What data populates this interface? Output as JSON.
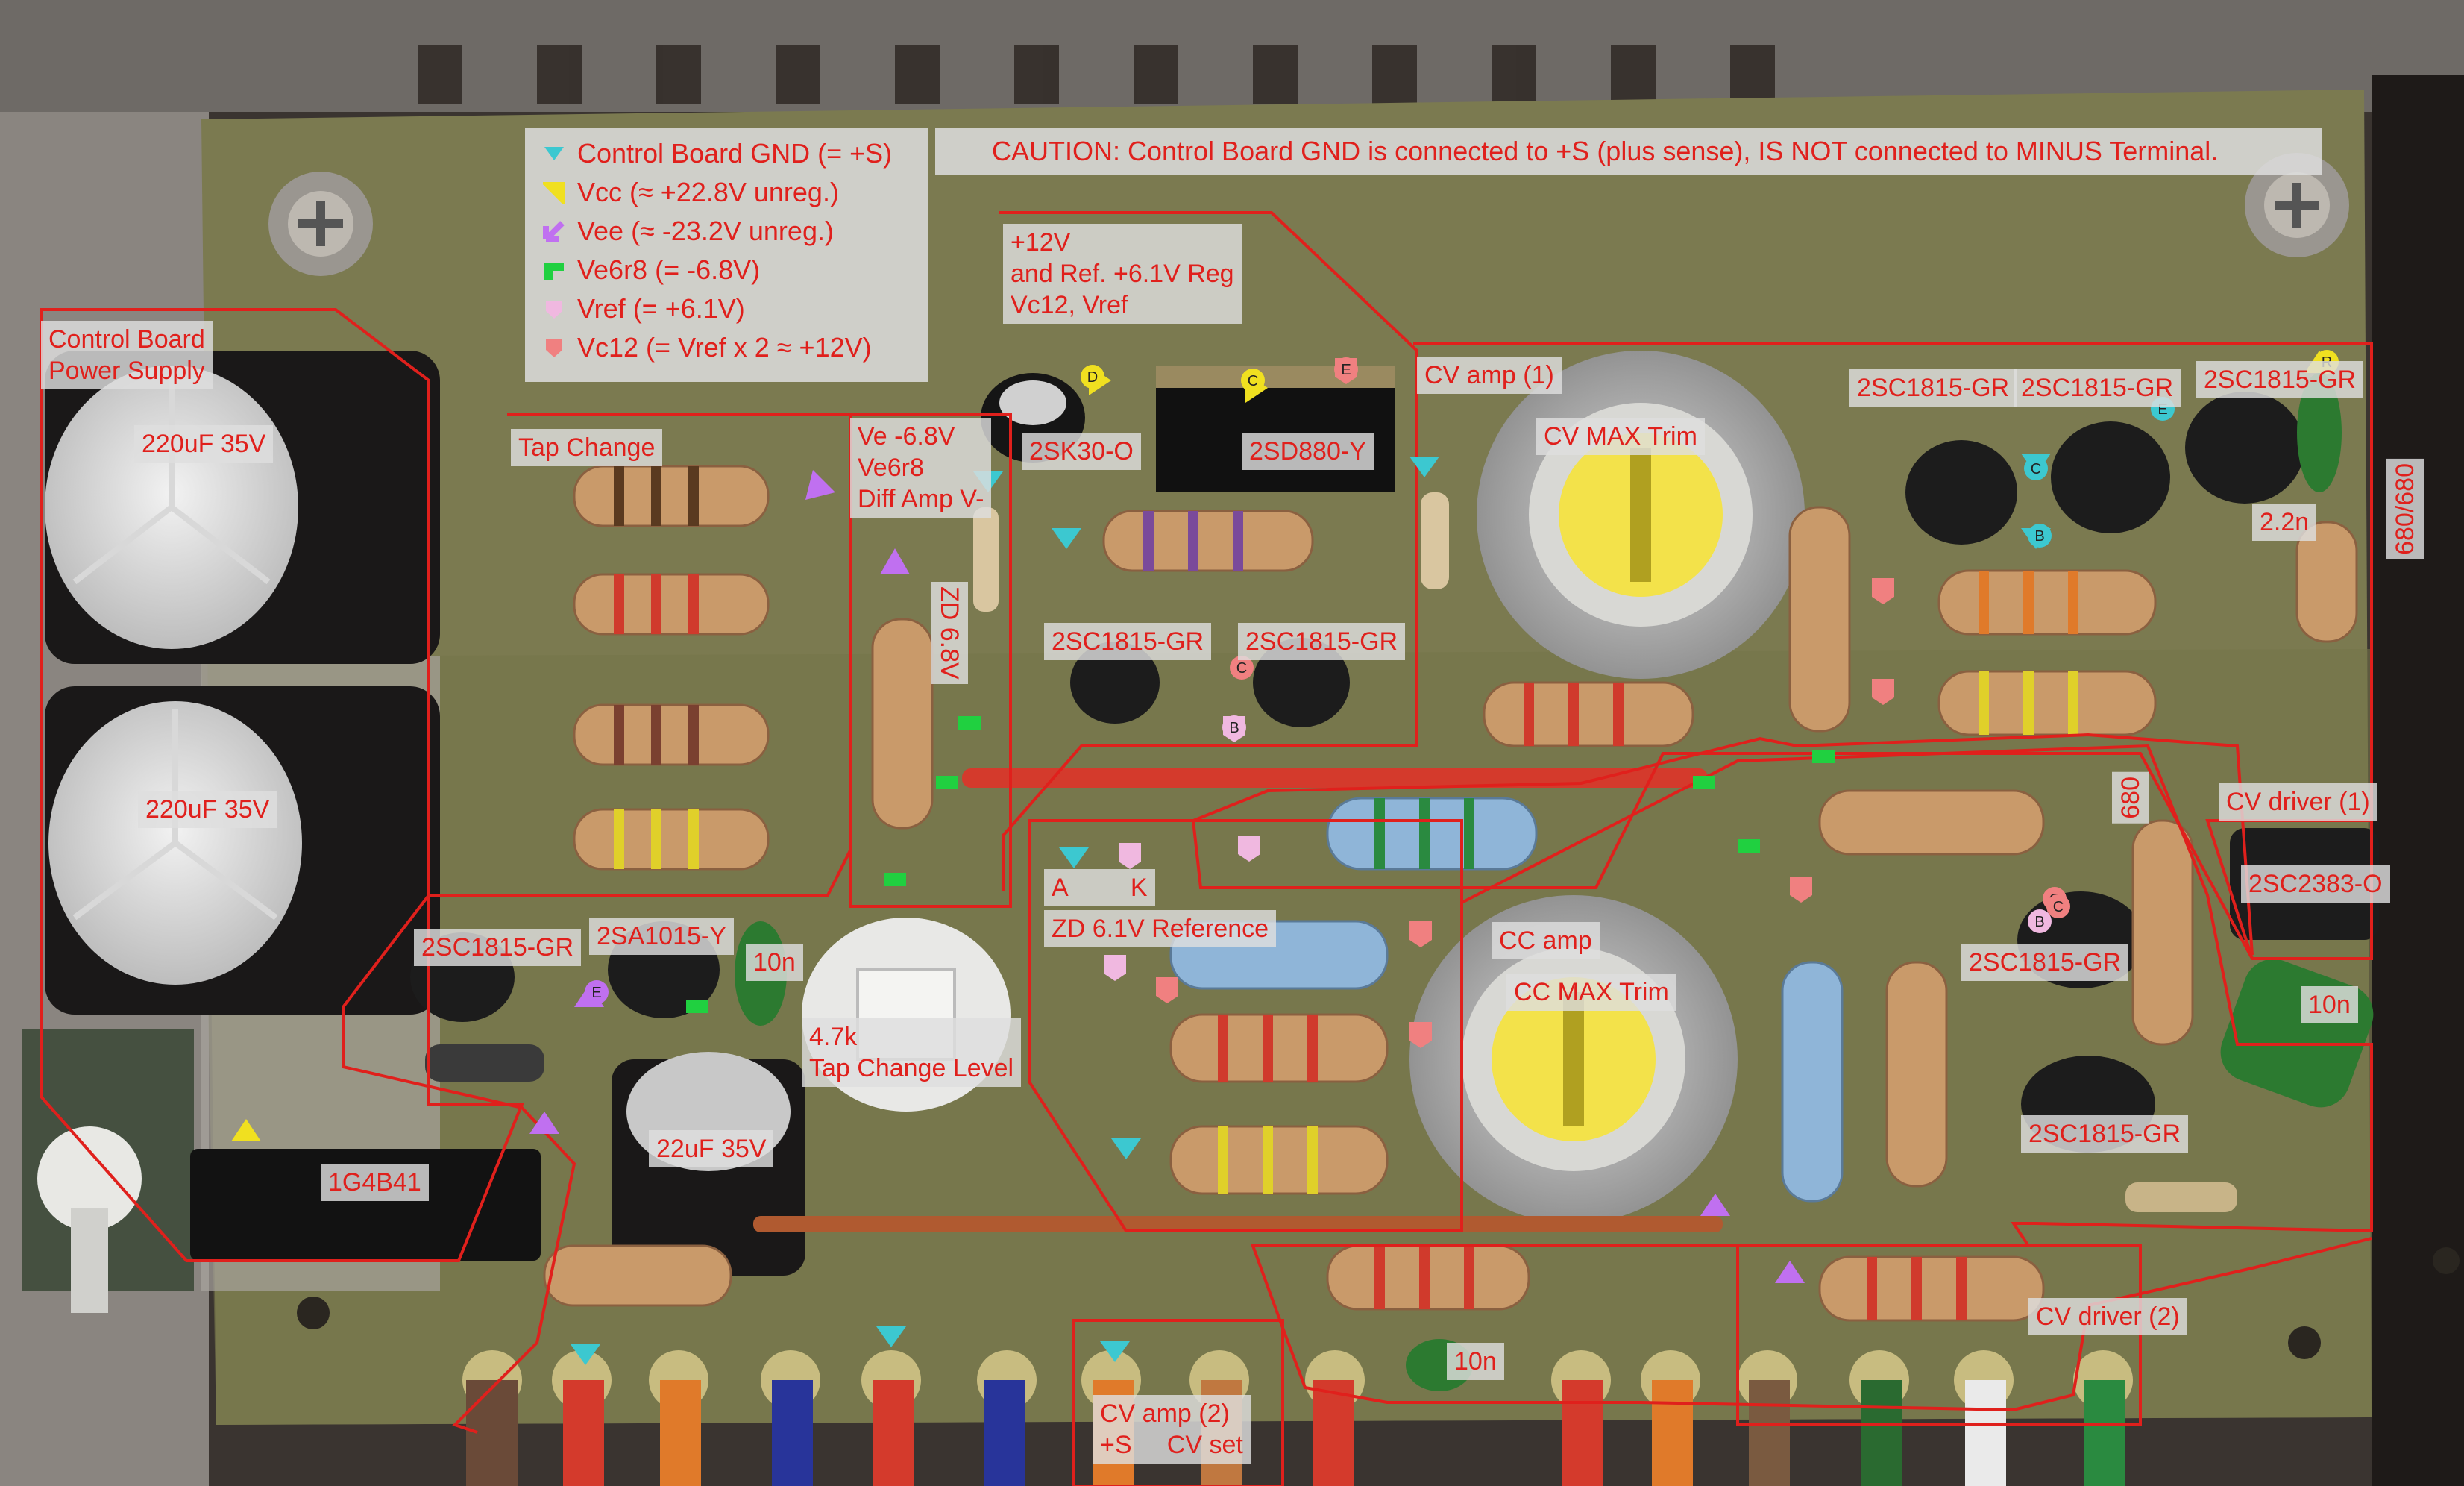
{
  "caution": "CAUTION: Control Board GND is connected to +S (plus sense), IS NOT connected to MINUS Terminal.",
  "legend": [
    {
      "label": "Control Board GND (= +S)",
      "color": "#3cc8d0",
      "icon": "triangle-down-icon"
    },
    {
      "label": "Vcc (≈ +22.8V unreg.)",
      "color": "#f0e020",
      "icon": "arrow-icon"
    },
    {
      "label": "Vee (≈ -23.2V unreg.)",
      "color": "#c070f0",
      "icon": "arrow-icon"
    },
    {
      "label": "Ve6r8 (= -6.8V)",
      "color": "#20d040",
      "icon": "corner-icon"
    },
    {
      "label": "Vref (= +6.1V)",
      "color": "#f0b8e0",
      "icon": "pentagon-icon"
    },
    {
      "label": "Vc12 (= Vref x 2 ≈ +12V)",
      "color": "#f08080",
      "icon": "pentagon-icon"
    }
  ],
  "labels": {
    "control_board_power_supply": "Control Board\nPower Supply",
    "cap_220uf_top": "220uF 35V",
    "cap_220uf_bottom": "220uF 35V",
    "tap_change": "Tap Change",
    "ve_block": "Ve -6.8V\nVe6r8\nDiff Amp V-",
    "zd68": "ZD 6.8V",
    "plus12_block": "+12V\nand Ref. +6.1V Reg\nVc12, Vref",
    "q_2sk30": "2SK30-O",
    "q_2sd880": "2SD880-Y",
    "q_2sc1815_a": "2SC1815-GR",
    "q_2sc1815_b": "2SC1815-GR",
    "cv_amp1": "CV amp (1)",
    "cv_max_trim": "CV MAX Trim",
    "q_2sc1815_c": "2SC1815-GR",
    "q_2sc1815_d": "2SC1815-GR",
    "q_2sc1815_e": "2SC1815-GR",
    "cap_22n": "2.2n",
    "r_680_680": "680/680",
    "r_680": "680",
    "cv_driver1": "CV driver (1)",
    "q_2sc2383": "2SC2383-O",
    "q_2sc1815_f": "2SC1815-GR",
    "q_2sa1015": "2SA1015-Y",
    "cap_10n_a": "10n",
    "zd_ak": "A         K",
    "zd61_ref": "ZD 6.1V Reference",
    "cc_amp": "CC amp",
    "cc_max_trim": "CC MAX Trim",
    "q_2sc1815_g": "2SC1815-GR",
    "cap_10n_b": "10n",
    "pot_47k": "4.7k\nTap Change Level",
    "cap_22uf": "22uF 35V",
    "diode_1g4b41": "1G4B41",
    "q_2sc1815_h": "2SC1815-GR",
    "cap_10n_c": "10n",
    "cv_driver2": "CV driver (2)",
    "cv_amp2": "CV amp (2)\n+S     CV set"
  },
  "pin_letters": [
    "D",
    "C",
    "E",
    "C",
    "B",
    "C",
    "E",
    "B",
    "R",
    "C",
    "B",
    "C",
    "E"
  ],
  "colors": {
    "annotation_red": "#e0201c",
    "label_bg": "#dedede",
    "pcb_green": "#7a7a4e"
  }
}
